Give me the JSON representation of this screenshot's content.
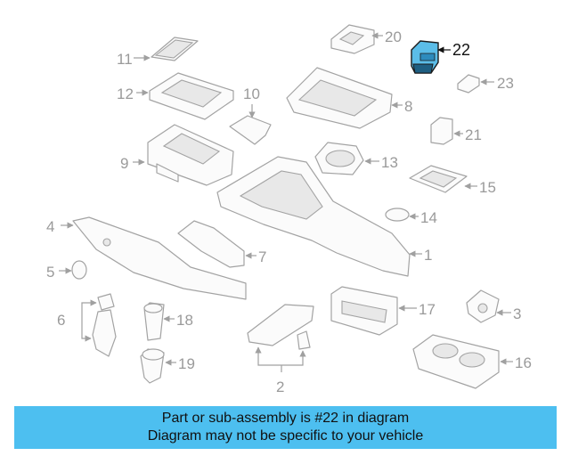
{
  "diagram": {
    "callouts": {
      "c1": "1",
      "c2": "2",
      "c3": "3",
      "c4": "4",
      "c5": "5",
      "c6": "6",
      "c7": "7",
      "c8": "8",
      "c9": "9",
      "c10": "10",
      "c11": "11",
      "c12": "12",
      "c13": "13",
      "c14": "14",
      "c15": "15",
      "c16": "16",
      "c17": "17",
      "c18": "18",
      "c19": "19",
      "c20": "20",
      "c21": "21",
      "c22": "22",
      "c23": "23"
    },
    "highlighted_part": "22",
    "highlight_color": "#5bbde8"
  },
  "caption": {
    "line1": "Part or sub-assembly is #22 in diagram",
    "line2": "Diagram may not be specific to your vehicle",
    "background": "#4dbff0"
  }
}
